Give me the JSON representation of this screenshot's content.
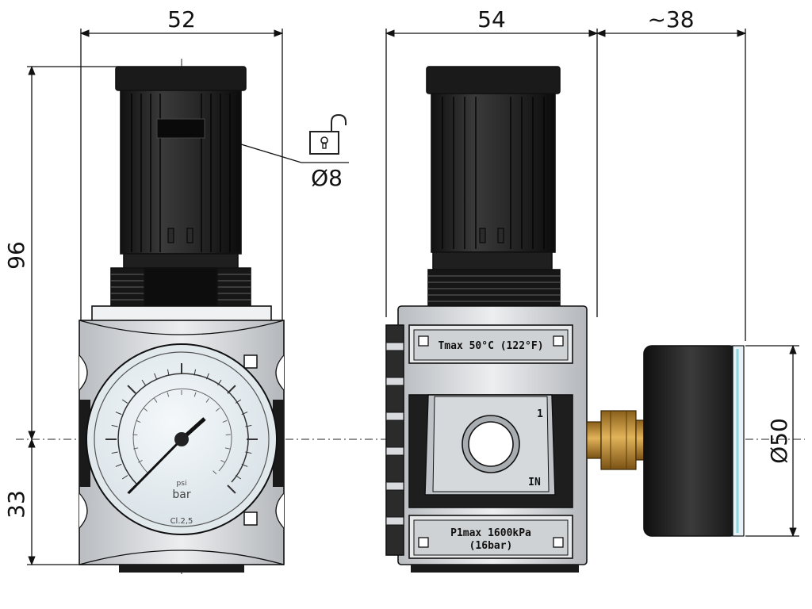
{
  "dimensions": {
    "front_width": "52",
    "side_width": "54",
    "gauge_depth": "~38",
    "height_upper": "96",
    "height_lower": "33",
    "lock_hole": "Ø8",
    "gauge_diameter": "Ø50"
  },
  "labels": {
    "tmax": "Tmax 50°C (122°F)",
    "p1max_line1": "P1max 1600kPa",
    "p1max_line2": "(16bar)",
    "port_number": "1",
    "port_label": "IN"
  },
  "gauge": {
    "unit_psi": "psi",
    "unit_bar": "bar",
    "accuracy_class": "Cl.2,5"
  },
  "icons": {
    "lock": "padlock-open-icon"
  },
  "colors": {
    "body_silver": "#d4d6d9",
    "knob_black": "#1c1c1c",
    "brass": "#b8862e",
    "gauge_face": "#eef3f6"
  }
}
